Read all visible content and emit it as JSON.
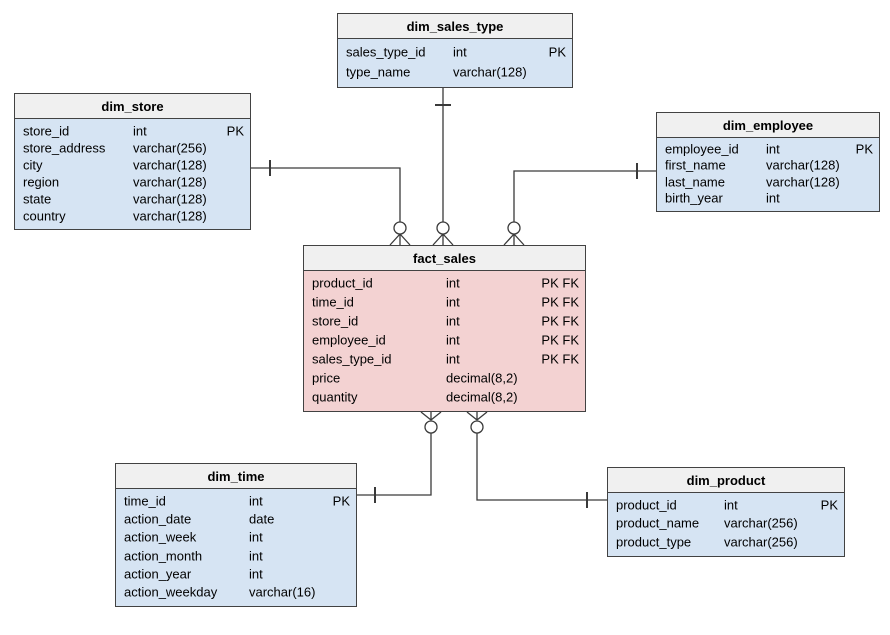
{
  "diagram": {
    "type": "entity-relationship-diagram",
    "schema_style": "star-schema"
  },
  "colors": {
    "background": "#ffffff",
    "header_fill": "#f0f0f0",
    "dimension_fill": "#d6e4f3",
    "fact_fill": "#f3d2d2",
    "border": "#424242",
    "line": "#3a3a3a"
  },
  "tables": [
    {
      "name": "dim_sales_type",
      "role": "dimension",
      "rows": [
        {
          "field": "sales_type_id",
          "type": "int",
          "keys": "PK"
        },
        {
          "field": "type_name",
          "type": "varchar(128)",
          "keys": ""
        }
      ]
    },
    {
      "name": "dim_store",
      "role": "dimension",
      "rows": [
        {
          "field": "store_id",
          "type": "int",
          "keys": "PK"
        },
        {
          "field": "store_address",
          "type": "varchar(256)",
          "keys": ""
        },
        {
          "field": "city",
          "type": "varchar(128)",
          "keys": ""
        },
        {
          "field": "region",
          "type": "varchar(128)",
          "keys": ""
        },
        {
          "field": "state",
          "type": "varchar(128)",
          "keys": ""
        },
        {
          "field": "country",
          "type": "varchar(128)",
          "keys": ""
        }
      ]
    },
    {
      "name": "dim_employee",
      "role": "dimension",
      "rows": [
        {
          "field": "employee_id",
          "type": "int",
          "keys": "PK"
        },
        {
          "field": "first_name",
          "type": "varchar(128)",
          "keys": ""
        },
        {
          "field": "last_name",
          "type": "varchar(128)",
          "keys": ""
        },
        {
          "field": "birth_year",
          "type": "int",
          "keys": ""
        }
      ]
    },
    {
      "name": "fact_sales",
      "role": "fact",
      "rows": [
        {
          "field": "product_id",
          "type": "int",
          "keys": "PK FK"
        },
        {
          "field": "time_id",
          "type": "int",
          "keys": "PK FK"
        },
        {
          "field": "store_id",
          "type": "int",
          "keys": "PK FK"
        },
        {
          "field": "employee_id",
          "type": "int",
          "keys": "PK FK"
        },
        {
          "field": "sales_type_id",
          "type": "int",
          "keys": "PK FK"
        },
        {
          "field": "price",
          "type": "decimal(8,2)",
          "keys": ""
        },
        {
          "field": "quantity",
          "type": "decimal(8,2)",
          "keys": ""
        }
      ]
    },
    {
      "name": "dim_time",
      "role": "dimension",
      "rows": [
        {
          "field": "time_id",
          "type": "int",
          "keys": "PK"
        },
        {
          "field": "action_date",
          "type": "date",
          "keys": ""
        },
        {
          "field": "action_week",
          "type": "int",
          "keys": ""
        },
        {
          "field": "action_month",
          "type": "int",
          "keys": ""
        },
        {
          "field": "action_year",
          "type": "int",
          "keys": ""
        },
        {
          "field": "action_weekday",
          "type": "varchar(16)",
          "keys": ""
        }
      ]
    },
    {
      "name": "dim_product",
      "role": "dimension",
      "rows": [
        {
          "field": "product_id",
          "type": "int",
          "keys": "PK"
        },
        {
          "field": "product_name",
          "type": "varchar(256)",
          "keys": ""
        },
        {
          "field": "product_type",
          "type": "varchar(256)",
          "keys": ""
        }
      ]
    }
  ],
  "relations": [
    {
      "from": "dim_store",
      "to": "fact_sales",
      "from_cardinality": "one",
      "to_cardinality": "zero-or-many"
    },
    {
      "from": "dim_sales_type",
      "to": "fact_sales",
      "from_cardinality": "one",
      "to_cardinality": "zero-or-many"
    },
    {
      "from": "dim_employee",
      "to": "fact_sales",
      "from_cardinality": "one",
      "to_cardinality": "zero-or-many"
    },
    {
      "from": "dim_time",
      "to": "fact_sales",
      "from_cardinality": "one",
      "to_cardinality": "zero-or-many"
    },
    {
      "from": "dim_product",
      "to": "fact_sales",
      "from_cardinality": "one",
      "to_cardinality": "zero-or-many"
    }
  ]
}
